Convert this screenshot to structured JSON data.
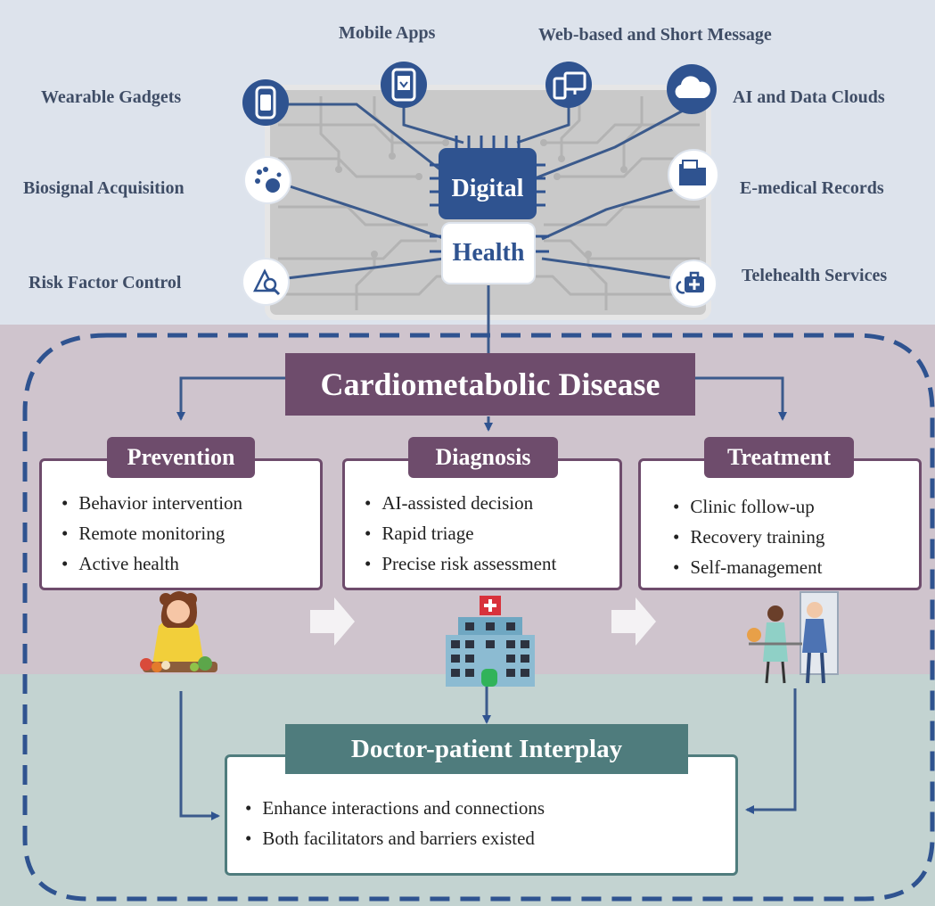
{
  "digital_health": {
    "title_line1": "Digital",
    "title_line2": "Health",
    "tools": [
      {
        "id": "wearable",
        "label": "Wearable Gadgets",
        "icon": "smartwatch-icon"
      },
      {
        "id": "mobile",
        "label": "Mobile Apps",
        "icon": "mobile-app-icon"
      },
      {
        "id": "web",
        "label": "Web-based and Short Message",
        "icon": "devices-icon"
      },
      {
        "id": "ai",
        "label": "AI and Data Clouds",
        "icon": "cloud-icon"
      },
      {
        "id": "biosignal",
        "label": "Biosignal Acquisition",
        "icon": "biosignal-icon"
      },
      {
        "id": "emr",
        "label": "E-medical Records",
        "icon": "medical-records-icon"
      },
      {
        "id": "risk",
        "label": "Risk Factor Control",
        "icon": "risk-search-icon"
      },
      {
        "id": "telehealth",
        "label": "Telehealth Services",
        "icon": "telehealth-icon"
      }
    ]
  },
  "disease": {
    "title": "Cardiometabolic Disease"
  },
  "stages": [
    {
      "id": "prevention",
      "title": "Prevention",
      "items": [
        "Behavior intervention",
        "Remote monitoring",
        "Active health"
      ],
      "illustration": "woman-eating-healthy-illustration"
    },
    {
      "id": "diagnosis",
      "title": "Diagnosis",
      "items": [
        "AI-assisted decision",
        "Rapid triage",
        "Precise risk assessment"
      ],
      "illustration": "hospital-building-illustration"
    },
    {
      "id": "treatment",
      "title": "Treatment",
      "items": [
        "Clinic follow-up",
        "Recovery training",
        "Self-management"
      ],
      "illustration": "rehabilitation-illustration"
    }
  ],
  "interplay": {
    "title": "Doctor-patient Interplay",
    "items": [
      "Enhance interactions and connections",
      "Both facilitators and barriers existed"
    ],
    "illustration": "video-consultation-illustration"
  },
  "colors": {
    "navy": "#2f5390",
    "plum": "#6e4c6c",
    "teal": "#4f7c7d",
    "top_band": "#dde3ec",
    "mid_band": "#cfc4cd",
    "bottom_band": "#c3d3d1"
  }
}
